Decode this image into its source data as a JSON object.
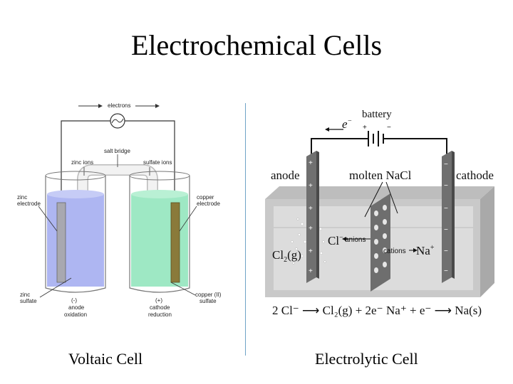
{
  "title": "Electrochemical Cells",
  "voltaic": {
    "caption": "Voltaic Cell",
    "electrons": "electrons",
    "salt_bridge": "salt bridge",
    "zinc_ions": "zinc ions",
    "sulfate_ions": "sulfate ions",
    "zinc_electrode_1": "zinc",
    "zinc_electrode_2": "electrode",
    "copper_electrode_1": "copper",
    "copper_electrode_2": "electrode",
    "zinc_sulfate_1": "zinc",
    "zinc_sulfate_2": "sulfate",
    "copper_sulfate_1": "copper (II)",
    "copper_sulfate_2": "sulfate",
    "minus_sign": "(-)",
    "anode": "anode",
    "oxidation": "oxidation",
    "plus_sign": "(+)",
    "cathode": "cathode",
    "reduction": "reduction",
    "colors": {
      "zinc_solution": "#aeb6f2",
      "copper_solution": "#9ee8c4",
      "zinc_bar": "#a8a8b0",
      "copper_bar": "#8a7a3a"
    }
  },
  "electrolytic": {
    "caption": "Electrolytic Cell",
    "battery": "battery",
    "electron": "e",
    "electron_sup": "−",
    "battery_plus": "+",
    "battery_minus": "−",
    "anode": "anode",
    "molten": "molten NaCl",
    "cathode": "cathode",
    "cl_ion": "Cl",
    "cl_sup": "−",
    "anions": "anions",
    "cations": "cations",
    "na_ion": "Na",
    "na_sup": "+",
    "cl2_main": "Cl",
    "cl2_sub": "2",
    "cl2_state": "(g)",
    "anode_plus": "+",
    "cathode_minus": "−",
    "eq_left": "2 Cl⁻ ⟶ Cl₂(g) + 2e⁻",
    "eq_right": "Na⁺ + e⁻ ⟶ Na(s)",
    "colors": {
      "tank": "#c9c9c9",
      "liquid": "#d9d9d9",
      "electrode": "#707070"
    }
  }
}
